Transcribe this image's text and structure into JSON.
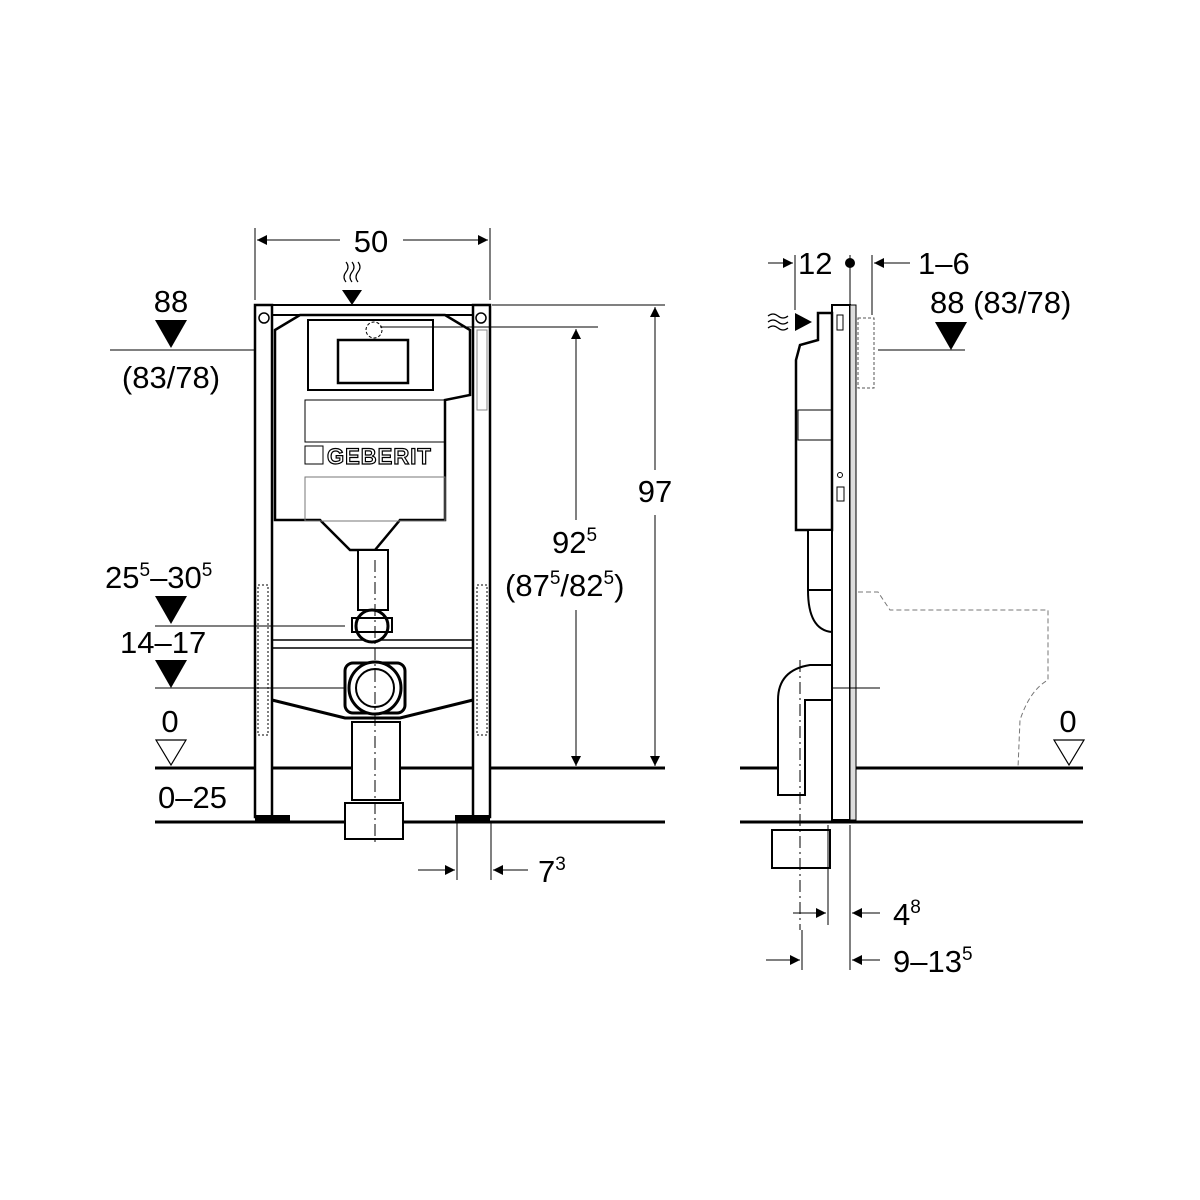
{
  "logo": "GEBERIT",
  "front_view": {
    "width_label": "50",
    "actuator_height": {
      "main": "88",
      "alt": "(83/78)"
    },
    "inlet_height": {
      "a": "25",
      "a_sup": "5",
      "b": "–30",
      "b_sup": "5"
    },
    "outlet_height": "14–17",
    "floor_zero": "0",
    "floor_range": "0–25",
    "mid_height": {
      "main": "92",
      "main_sup": "5",
      "alt_open": "(87",
      "alt_sup1": "5",
      "alt_mid": "/82",
      "alt_sup2": "5",
      "alt_close": ")"
    },
    "total_height": "97",
    "foot_offset": {
      "main": "7",
      "sup": "3"
    }
  },
  "side_view": {
    "depth_label": "12",
    "wall_gap": "1–6",
    "actuator_height": "88 (83/78)",
    "floor_zero": "0",
    "pipe_offset": {
      "main": "4",
      "sup": "8"
    },
    "pipe_range": {
      "main": "9–13",
      "sup": "5"
    }
  }
}
